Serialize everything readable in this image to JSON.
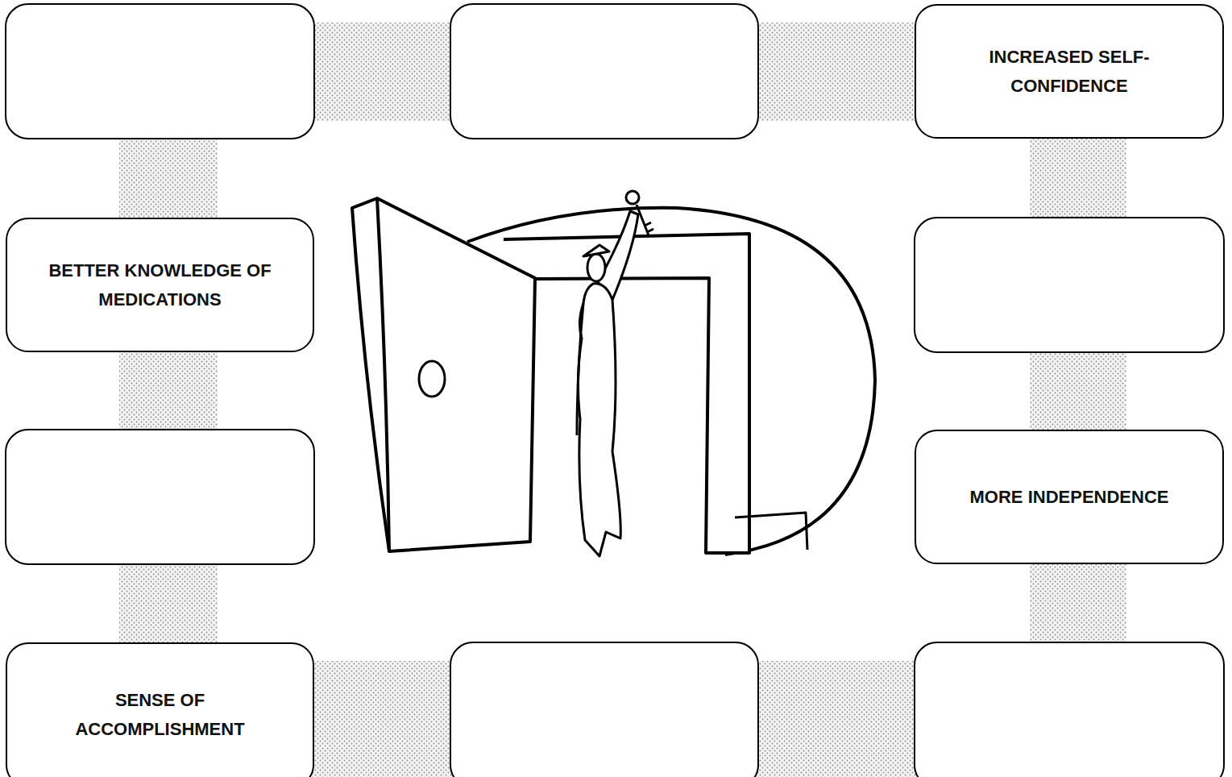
{
  "diagram": {
    "nodes": [
      {
        "text": [
          "INCREASED SELF-CONFIDENCE"
        ]
      },
      {
        "text": [
          "BETTER KNOWLEDGE OF MEDICATIONS"
        ]
      },
      {
        "text": [
          "MORE INDEPENDENCE"
        ]
      },
      {
        "text": [
          "SENSE OF ACCOMPLISHMENT"
        ]
      }
    ]
  }
}
